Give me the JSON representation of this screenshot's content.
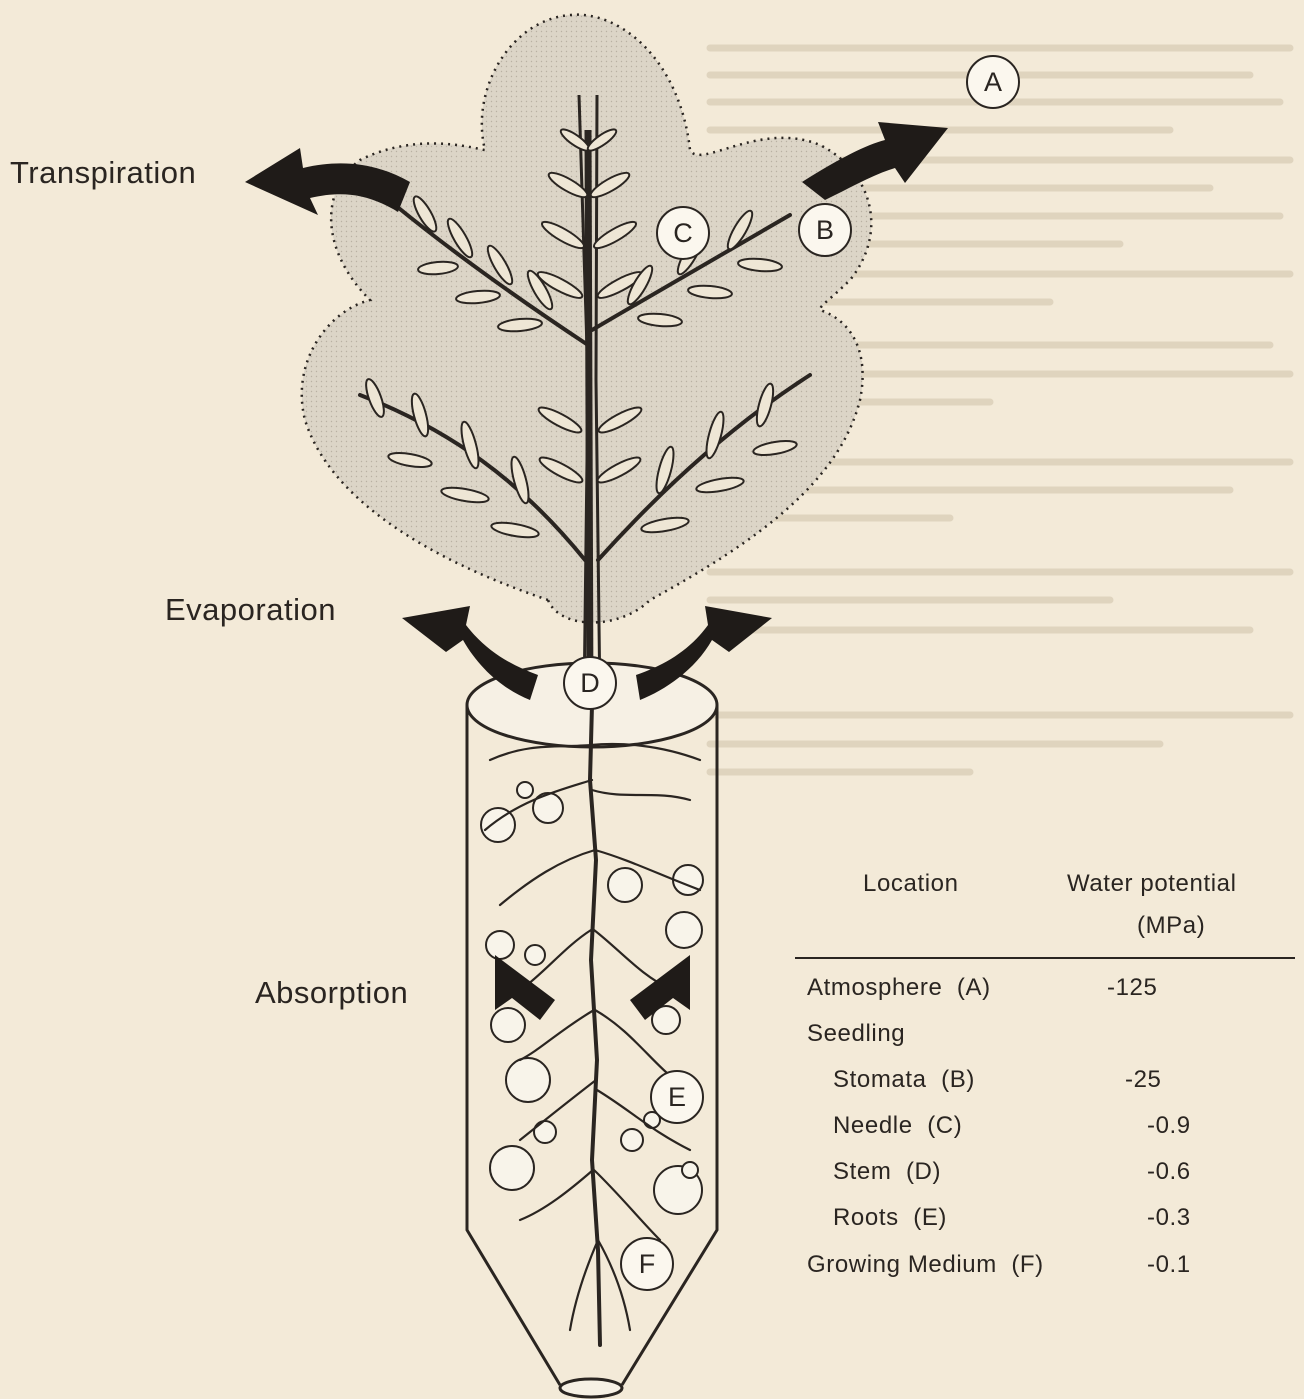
{
  "labels": {
    "transpiration": "Transpiration",
    "evaporation": "Evaporation",
    "absorption": "Absorption"
  },
  "markers": [
    "A",
    "B",
    "C",
    "D",
    "E",
    "F"
  ],
  "table": {
    "col_location": "Location",
    "col_water_potential": "Water potential",
    "col_unit": "(MPa)",
    "rows": [
      {
        "name": "Atmosphere  (A)",
        "value": "-125"
      },
      {
        "name": "Seedling",
        "value": ""
      },
      {
        "name": "Stomata  (B)",
        "value": "-25"
      },
      {
        "name": "Needle  (C)",
        "value": "-0.9"
      },
      {
        "name": "Stem  (D)",
        "value": "-0.6"
      },
      {
        "name": "Roots  (E)",
        "value": "-0.3"
      },
      {
        "name": "Growing Medium  (F)",
        "value": "-0.1"
      }
    ]
  },
  "colors": {
    "ink": "#2a2521",
    "paper": "#f3ead8",
    "canopy": "#d9d2c4"
  }
}
